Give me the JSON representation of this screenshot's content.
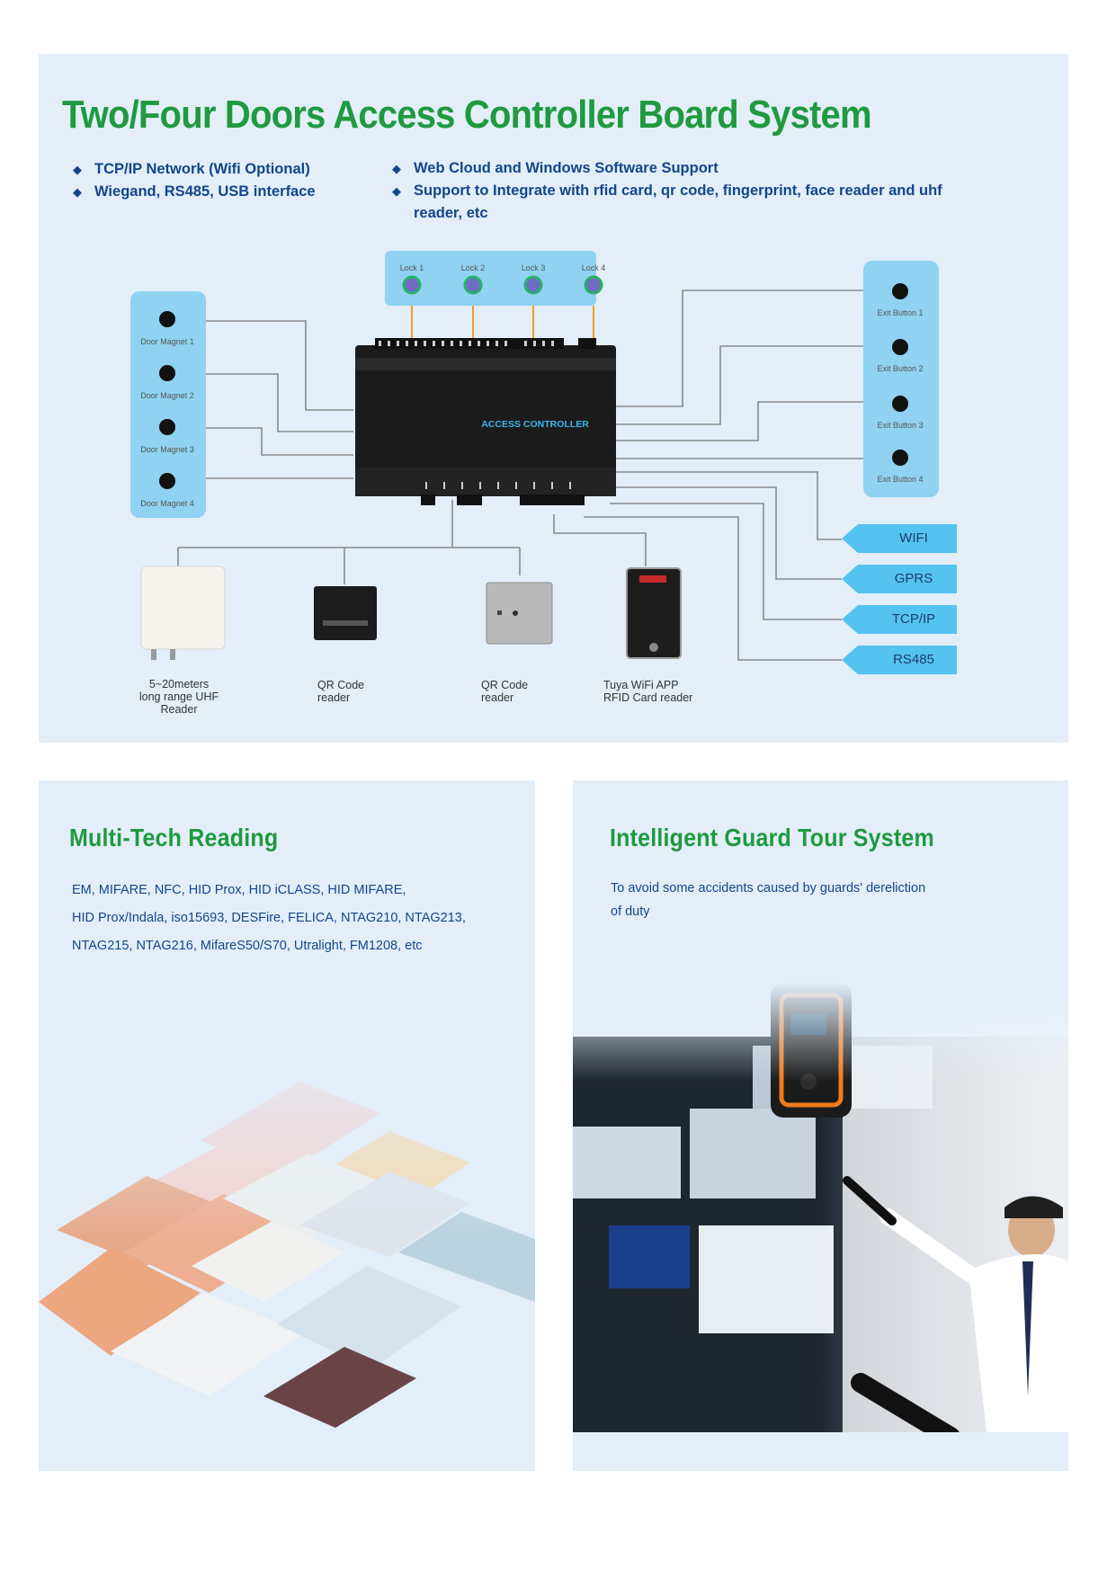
{
  "header": {
    "title": "Two/Four Doors Access Controller Board System"
  },
  "features": {
    "left": [
      "TCP/IP Network (Wifi Optional)",
      "Wiegand, RS485, USB interface"
    ],
    "right": [
      "Web Cloud and Windows Software Support",
      "Support to Integrate with rfid card, qr code, fingerprint, face reader and uhf reader, etc"
    ]
  },
  "diagram": {
    "locks": [
      "Lock 1",
      "Lock 2",
      "Lock 3",
      "Lock 4"
    ],
    "door_magnets": [
      "Door Magnet 1",
      "Door Magnet 2",
      "Door Magnet 3",
      "Door Magnet 4"
    ],
    "exit_buttons": [
      "Exit Button 1",
      "Exit Button 2",
      "Exit Button 3",
      "Exit Button 4"
    ],
    "controller_label": "ACCESS CONTROLLER",
    "interfaces": [
      "WIFI",
      "GPRS",
      "TCP/IP",
      "RS485"
    ],
    "devices": [
      {
        "label": "5~20meters\nlong range UHF\nReader"
      },
      {
        "label": "QR Code\nreader"
      },
      {
        "label": "QR Code\nreader"
      },
      {
        "label": "Tuya WiFi APP\nRFID Card reader"
      }
    ]
  },
  "multi_tech": {
    "title": "Multi-Tech Reading",
    "lines": [
      "EM, MIFARE, NFC, HID Prox, HID iCLASS, HID MIFARE,",
      "HID Prox/Indala, iso15693, DESFire, FELICA, NTAG210, NTAG213,",
      "NTAG215, NTAG216, MifareS50/S70, Utralight, FM1208, etc"
    ]
  },
  "guard_tour": {
    "title": "Intelligent Guard Tour System",
    "text": "To avoid some accidents caused by guards' dereliction of duty"
  },
  "colors": {
    "title_green": "#1f9a3f",
    "text_blue": "#14458c",
    "panel_bg": "#e3eef9",
    "tag_blue": "#55c3f0"
  }
}
